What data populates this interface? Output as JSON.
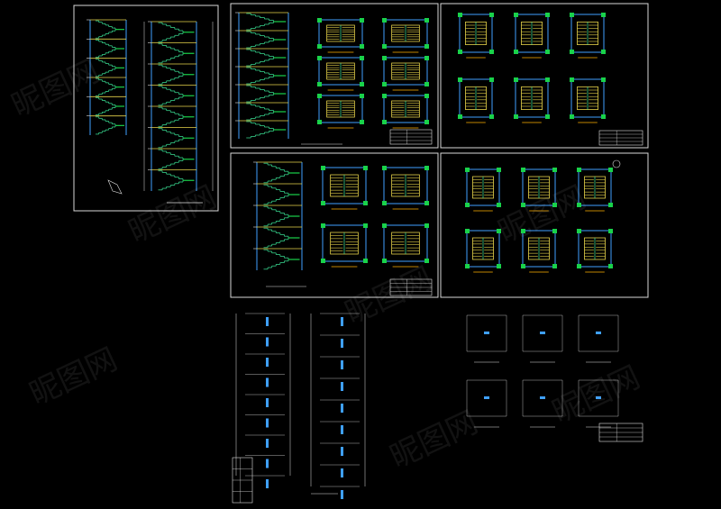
{
  "colors": {
    "background": "#000000",
    "frame": "#d9d9d9",
    "wall": "#3fa0ff",
    "stair": "#36d08a",
    "landing": "#e6d34a",
    "highlight": "#19d24a",
    "text": "#e0e0e0",
    "accent": "#ffb000"
  },
  "watermark": {
    "brand": "nipic",
    "text": "昵图网"
  },
  "sheets": [
    {
      "id": "sheet-1",
      "kind": "section-pair"
    },
    {
      "id": "sheet-2",
      "kind": "section-and-plans"
    },
    {
      "id": "sheet-3",
      "kind": "plan-grid"
    },
    {
      "id": "sheet-4",
      "kind": "section-and-plans"
    },
    {
      "id": "sheet-5",
      "kind": "plan-grid"
    },
    {
      "id": "sheet-6",
      "kind": "dimension-section"
    },
    {
      "id": "sheet-7",
      "kind": "dimension-plans"
    }
  ]
}
